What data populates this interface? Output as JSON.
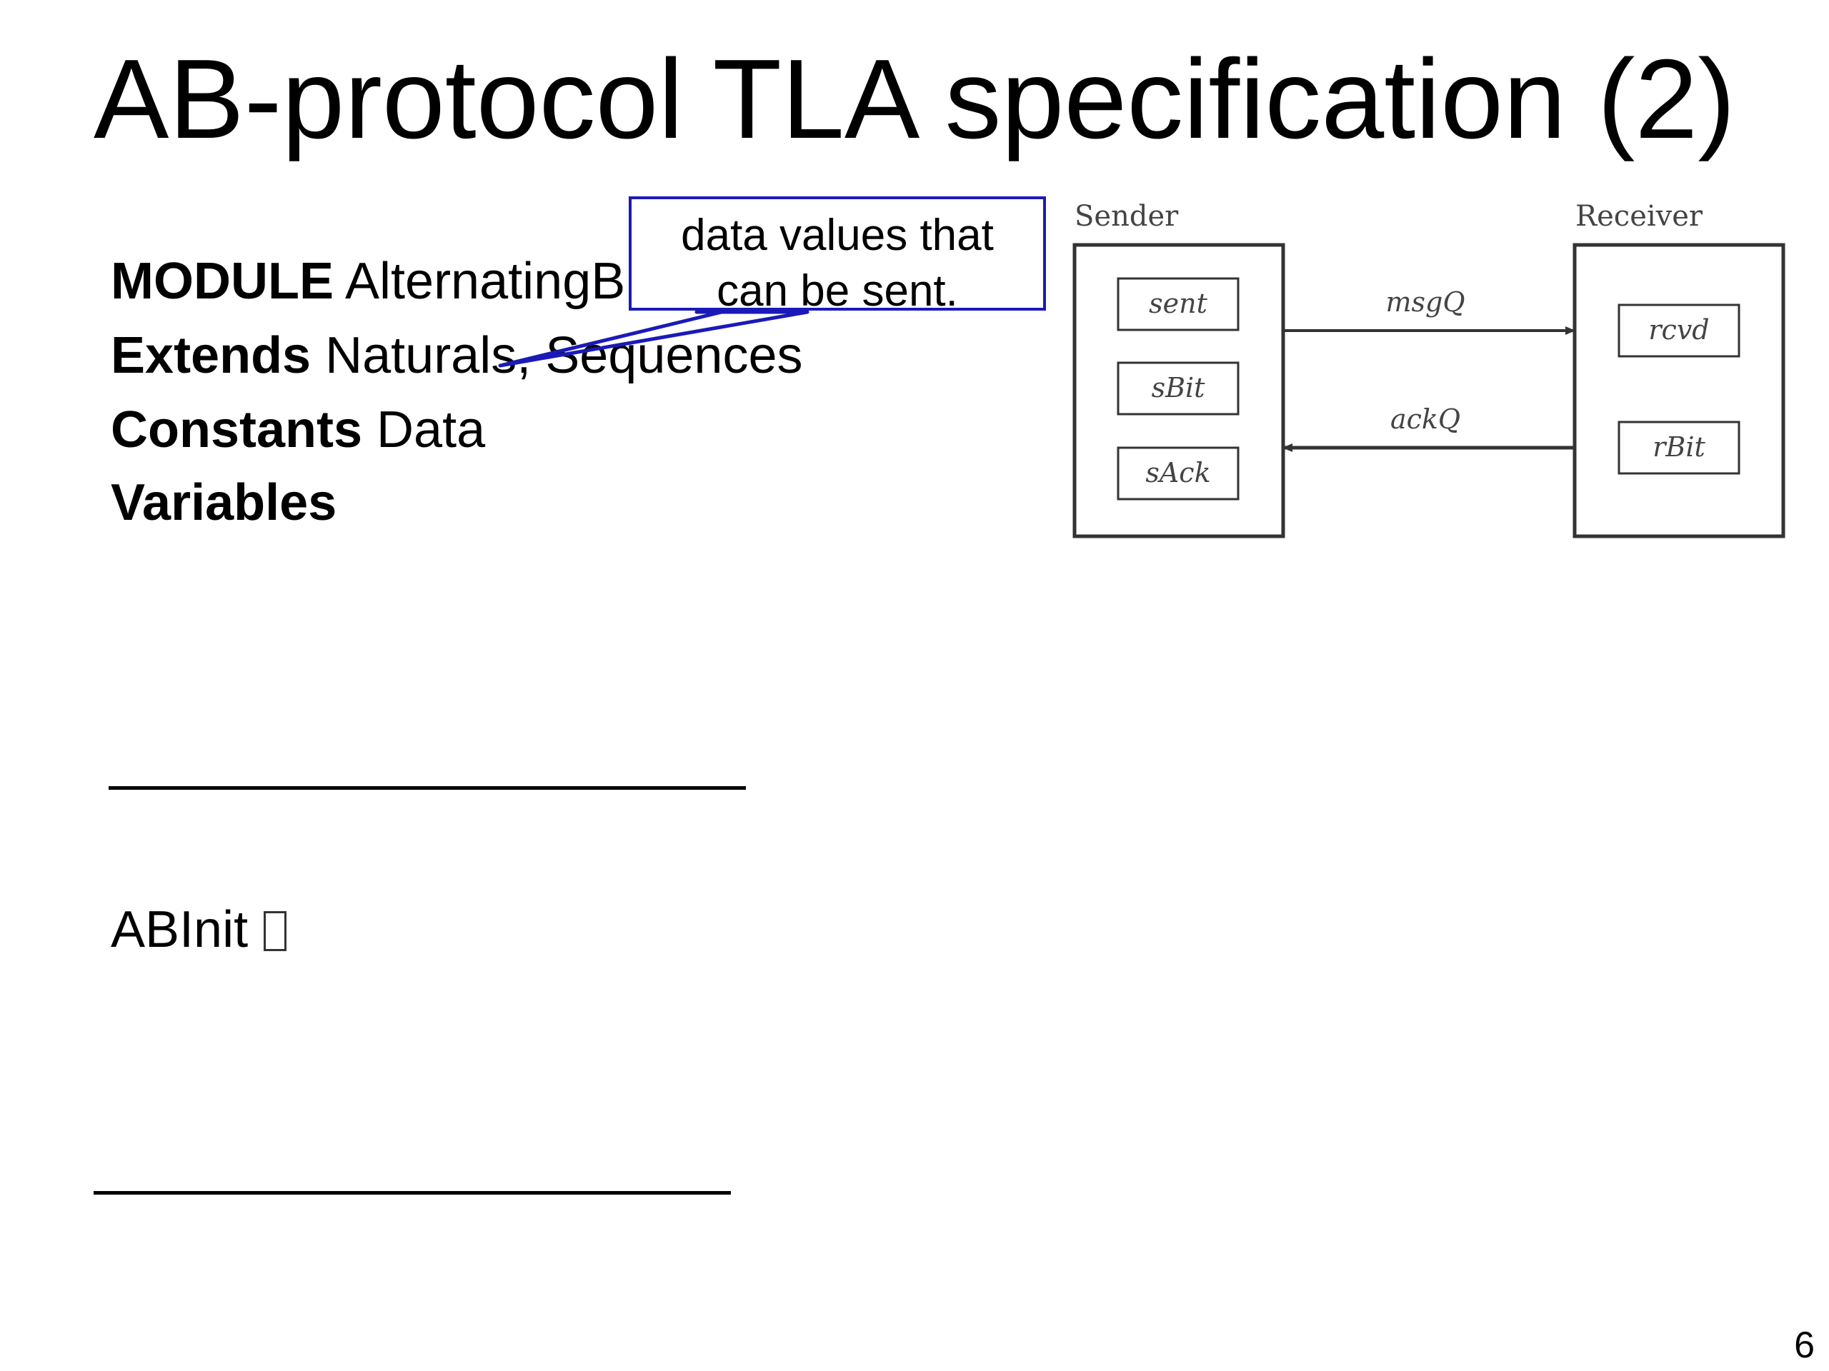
{
  "slide": {
    "title": "AB-protocol TLA specification (2)",
    "page_number": "6"
  },
  "declarations": {
    "module": {
      "keyword": "MODULE",
      "value": "AlternatingBit"
    },
    "extends": {
      "keyword": "Extends",
      "value": "Naturals, Sequences"
    },
    "constants": {
      "keyword": "Constants",
      "value": "Data"
    },
    "variables": {
      "keyword": "Variables"
    }
  },
  "callout": {
    "line1": "data values that",
    "line2": "can be sent.",
    "border_color": "#1a1ab8"
  },
  "init": {
    "label": "ABInit",
    "glyph": "missing-glyph-box"
  },
  "diagram": {
    "sender": {
      "title": "Sender",
      "vars": [
        "sent",
        "sBit",
        "sAck"
      ]
    },
    "receiver": {
      "title": "Receiver",
      "vars": [
        "rcvd",
        "rBit"
      ]
    },
    "channels": {
      "msg": {
        "label": "msgQ",
        "direction": "sender-to-receiver"
      },
      "ack": {
        "label": "ackQ",
        "direction": "receiver-to-sender"
      }
    }
  }
}
